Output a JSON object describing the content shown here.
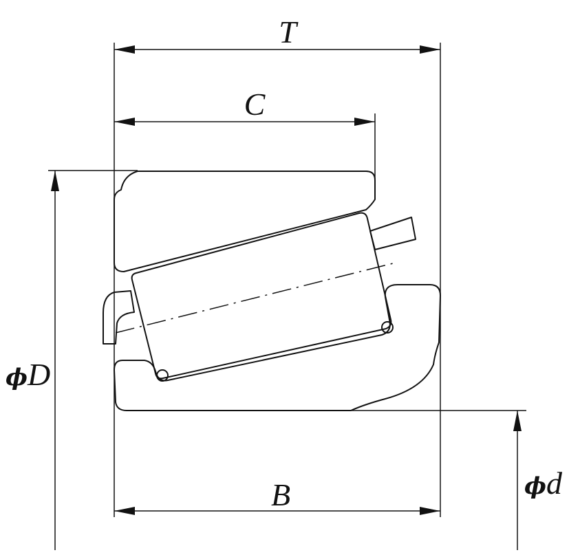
{
  "labels": {
    "T": "T",
    "C": "C",
    "B": "B",
    "phiD_symbol": "ϕ",
    "phiD_letter": "D",
    "phid_symbol": "ϕ",
    "phid_letter": "d"
  },
  "colors": {
    "line": "#111111",
    "background": "#ffffff"
  }
}
